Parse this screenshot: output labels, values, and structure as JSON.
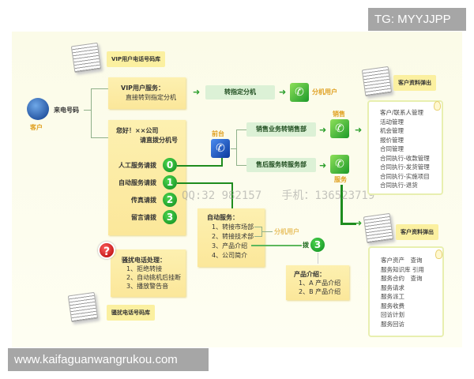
{
  "watermark_top": "TG: MYYJJPP",
  "watermark_bottom": "www.kaifaguanwangrukou.com",
  "watermark_overlay": "QQ:32 982157   手机：136523719",
  "vip_db": "VIP用户电话号码库",
  "customer": {
    "label": "客户",
    "incoming": "来电号码"
  },
  "vip_service": {
    "title": "VIP用户服务：",
    "text": "直接转到指定分机",
    "transfer": "转指定分机",
    "target": "分机用户"
  },
  "menu": {
    "greeting": "您好！××公司",
    "prompt": "请直拨分机号",
    "items": [
      {
        "label": "人工服务请拨",
        "key": "0"
      },
      {
        "label": "自动服务请拨",
        "key": "1"
      },
      {
        "label": "传真请拨",
        "key": "2"
      },
      {
        "label": "留言请拨",
        "key": "3"
      }
    ]
  },
  "reception": {
    "label": "前台",
    "sales_route": "销售业务转销售部",
    "service_route": "售后服务转服务部",
    "sales": "销售",
    "service": "服务"
  },
  "auto_service": {
    "title": "自动服务：",
    "items": [
      "1、转接市场部",
      "2、转接技术部",
      "3、产品介绍",
      "4、公司简介"
    ],
    "ext": "分机用户",
    "dial": "拨",
    "key": "3"
  },
  "product": {
    "title": "产品介绍：",
    "items": [
      "1、A 产品介绍",
      "2、B 产品介绍"
    ]
  },
  "harass": {
    "title": "骚扰电话处理：",
    "items": [
      "1、拒绝转接",
      "2、自动挑机后挂断",
      "3、播放警告音"
    ],
    "db": "骚扰电话号码库"
  },
  "popup1": {
    "label": "客户资料弹出",
    "items": [
      "客户/联系人管理",
      "活动管理",
      "机会管理",
      "报价管理",
      "合同管理",
      "合同执行-收款管理",
      "合同执行-发货管理",
      "合同执行-实施项目",
      "合同执行-退货"
    ]
  },
  "popup2": {
    "label": "客户资料弹出",
    "items": [
      "客户资产　查询",
      "服务知识库 引用",
      "服务合约　查询",
      "服务请求",
      "服务派工",
      "服务收费",
      "回访计划",
      "服务回访"
    ]
  }
}
